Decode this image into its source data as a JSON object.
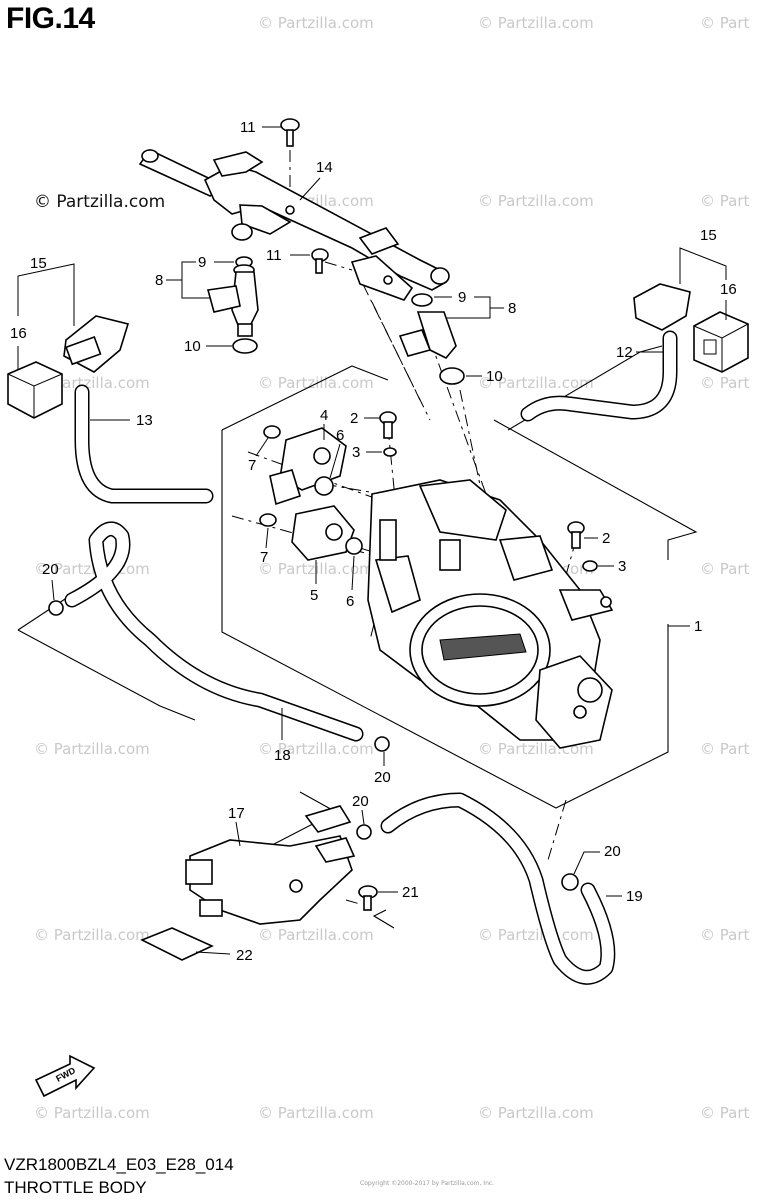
{
  "figure": {
    "title": "FIG.14",
    "model_code": "VZR1800BZL4_E03_E28_014",
    "group_name": "THROTTLE BODY",
    "small_copyright": "Copyright ©2000-2017 by Partzilla.com, Inc."
  },
  "watermarks": {
    "text": "© Partzilla.com",
    "text_partial": "© Part",
    "dark_text": "© Partzilla.com"
  },
  "callouts": {
    "c1": "1",
    "c2a": "2",
    "c2b": "2",
    "c3a": "3",
    "c3b": "3",
    "c4": "4",
    "c5": "5",
    "c6a": "6",
    "c6b": "6",
    "c7a": "7",
    "c7b": "7",
    "c8a": "8",
    "c8b": "8",
    "c9a": "9",
    "c9b": "9",
    "c10a": "10",
    "c10b": "10",
    "c11a": "11",
    "c11b": "11",
    "c12": "12",
    "c13": "13",
    "c14": "14",
    "c15a": "15",
    "c15b": "15",
    "c16a": "16",
    "c16b": "16",
    "c17": "17",
    "c18": "18",
    "c19": "19",
    "c20a": "20",
    "c20b": "20",
    "c20c": "20",
    "c20d": "20",
    "c21": "21",
    "c22": "22"
  },
  "fwd_label": "FWD",
  "colors": {
    "line": "#000000",
    "watermark": "#c9c9c9",
    "background": "#ffffff"
  }
}
